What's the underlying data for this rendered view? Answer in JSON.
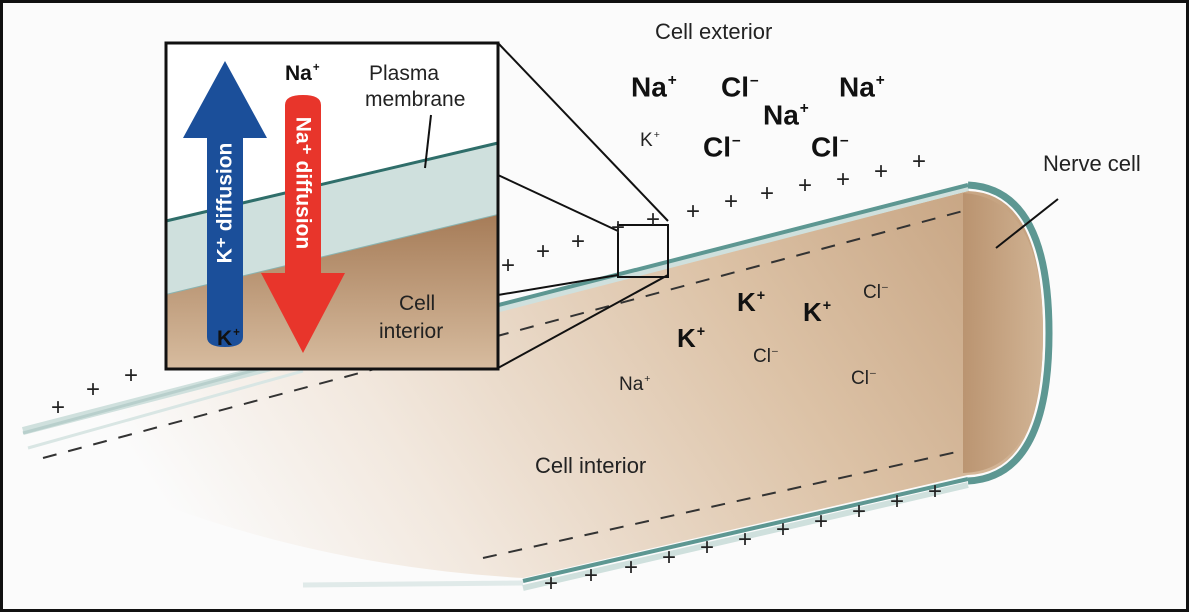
{
  "labels": {
    "cell_exterior": "Cell exterior",
    "nerve_cell": "Nerve cell",
    "cell_interior_main": "Cell interior",
    "plasma_membrane_line1": "Plasma",
    "plasma_membrane_line2": "membrane",
    "inset_cell_interior_line1": "Cell",
    "inset_cell_interior_line2": "interior"
  },
  "arrows": {
    "k_diffusion": "K⁺ diffusion",
    "na_diffusion": "Na⁺ diffusion"
  },
  "inset_ions": {
    "na_top": "Na",
    "k_bottom": "K"
  },
  "exterior_ions": [
    {
      "symbol": "Na",
      "charge": "+",
      "style": "bold"
    },
    {
      "symbol": "Cl",
      "charge": "–",
      "style": "bold"
    },
    {
      "symbol": "Na",
      "charge": "+",
      "style": "bold"
    },
    {
      "symbol": "Na",
      "charge": "+",
      "style": "bold"
    },
    {
      "symbol": "K",
      "charge": "+",
      "style": "small"
    },
    {
      "symbol": "Cl",
      "charge": "–",
      "style": "bold"
    },
    {
      "symbol": "Cl",
      "charge": "–",
      "style": "bold"
    }
  ],
  "interior_ions": [
    {
      "symbol": "K",
      "charge": "+",
      "style": "bold"
    },
    {
      "symbol": "K",
      "charge": "+",
      "style": "bold"
    },
    {
      "symbol": "Cl",
      "charge": "–",
      "style": "small"
    },
    {
      "symbol": "K",
      "charge": "+",
      "style": "bold"
    },
    {
      "symbol": "Cl",
      "charge": "–",
      "style": "small"
    },
    {
      "symbol": "Na",
      "charge": "+",
      "style": "small"
    },
    {
      "symbol": "Cl",
      "charge": "–",
      "style": "small"
    }
  ],
  "charges": {
    "positive": "+",
    "negative": "–"
  },
  "colors": {
    "cytoplasm": "#c9a888",
    "cytoplasm_light": "#f3ece4",
    "membrane": "#6fa6a2",
    "membrane_light": "#cfe0dd",
    "k_arrow": "#1b4f9a",
    "na_arrow": "#e8352b"
  }
}
